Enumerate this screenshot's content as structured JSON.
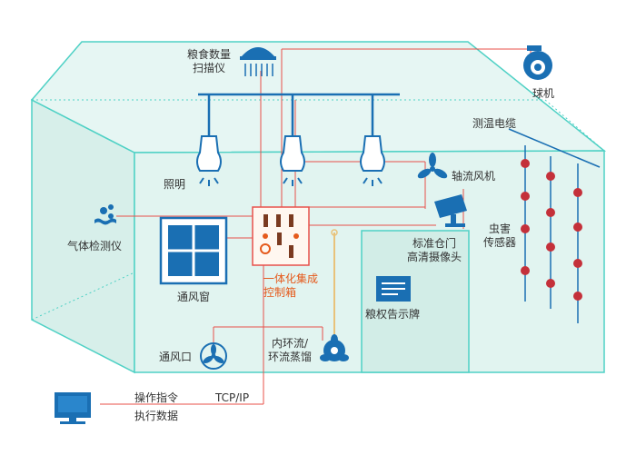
{
  "colors": {
    "outline": "#4fd1c5",
    "fill": "#dff3ef",
    "fill_dark": "#c9ebe4",
    "wire": "#e8504a",
    "accent": "#1a6fb3",
    "label": "#333333",
    "controller_label": "#e55a1c",
    "sensor": "#c4303a"
  },
  "labels": {
    "grain_scanner": [
      "粮食数量",
      "扫描仪"
    ],
    "dome_camera": "球机",
    "temp_cable": "测温电缆",
    "lighting": "照明",
    "axial_fan": "轴流风机",
    "gas_detector": "气体检测仪",
    "pest_sensor": [
      "虫害",
      "传感器"
    ],
    "hd_camera": [
      "标准仓门",
      "高清摄像头"
    ],
    "controller": [
      "一体化集成",
      "控制箱"
    ],
    "vent_window": "通风窗",
    "notice_board": "粮权告示牌",
    "vent_outlet": "通风口",
    "circulation": [
      "内环流/",
      "环流蒸馏"
    ],
    "operation_cmd": "操作指令",
    "exec_data": "执行数据",
    "protocol": "TCP/IP"
  },
  "icons": {
    "scanner": "grain-scanner-icon",
    "dome": "dome-camera-icon",
    "lamp": "ceiling-lamp-icon",
    "fan": "axial-fan-icon",
    "gas": "gas-detector-icon",
    "hd_cam": "hd-camera-icon",
    "controller": "control-box-icon",
    "window": "vent-window-icon",
    "board": "notice-board-icon",
    "vent": "vent-outlet-icon",
    "circ": "circulation-fan-icon",
    "monitor": "monitor-icon"
  }
}
